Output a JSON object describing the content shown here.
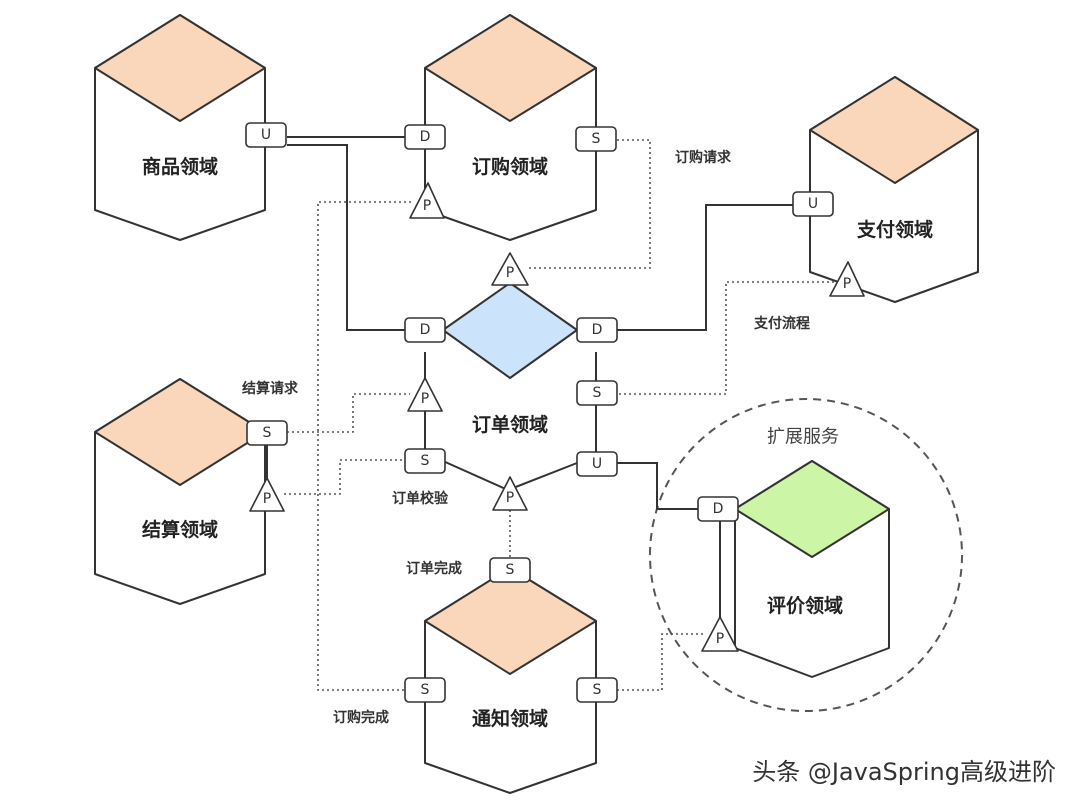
{
  "domains": {
    "product": "商品领域",
    "purchase": "订购领域",
    "payment": "支付领域",
    "settlement": "结算领域",
    "order": "订单领域",
    "review": "评价领域",
    "notify": "通知领域"
  },
  "edge_labels": {
    "purchase_request": "订购请求",
    "payment_flow": "支付流程",
    "settlement_request": "结算请求",
    "order_check": "订单校验",
    "order_complete": "订单完成",
    "purchase_complete": "订购完成"
  },
  "ports": {
    "U": "U",
    "D": "D",
    "S": "S",
    "P": "P"
  },
  "extension_label": "扩展服务",
  "watermark": "头条 @JavaSpring高级进阶",
  "colors": {
    "peach": "#fad7bb",
    "blue": "#cce4fb",
    "green": "#ccf5a6",
    "line": "#333333"
  }
}
